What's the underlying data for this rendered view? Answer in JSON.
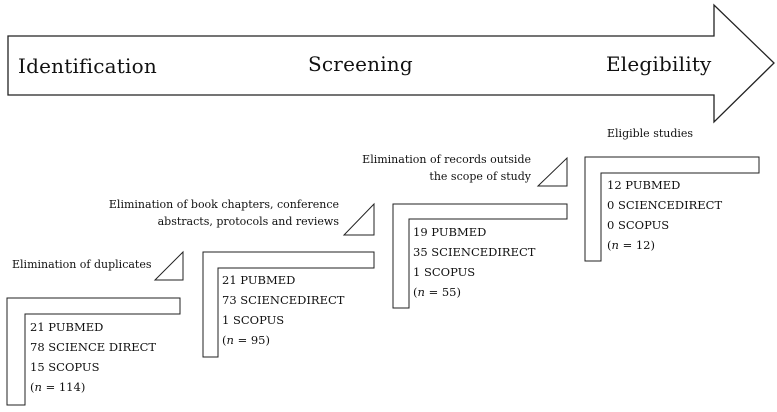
{
  "arrow": {
    "phases": [
      "Identification",
      "Screening",
      "Elegibility"
    ]
  },
  "steps": [
    {
      "label": "Elimination of duplicates",
      "lines": [
        "21 PUBMED",
        "78 SCIENCE DIRECT",
        "15 SCOPUS"
      ],
      "n_prefix": "(",
      "n_symbol": "n",
      "n_suffix": " = 114)"
    },
    {
      "label_lines": [
        "Elimination of book chapters, conference",
        "abstracts, protocols and reviews"
      ],
      "lines": [
        "21 PUBMED",
        "73 SCIENCEDIRECT",
        "1 SCOPUS"
      ],
      "n_prefix": "(",
      "n_symbol": "n",
      "n_suffix": " = 95)"
    },
    {
      "label_lines": [
        "Elimination of records outside",
        "the scope of study"
      ],
      "lines": [
        "19 PUBMED",
        "35 SCIENCEDIRECT",
        "1 SCOPUS"
      ],
      "n_prefix": "(",
      "n_symbol": "n",
      "n_suffix": " = 55)"
    },
    {
      "label": "Eligible studies",
      "lines": [
        "12 PUBMED",
        "0 SCIENCEDIRECT",
        "0 SCOPUS"
      ],
      "n_prefix": "(",
      "n_symbol": "n",
      "n_suffix": " = 12)"
    }
  ]
}
